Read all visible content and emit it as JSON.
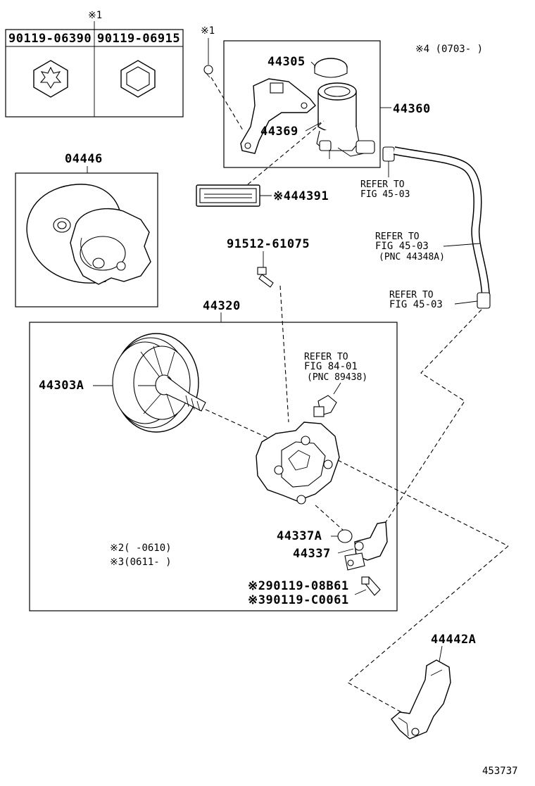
{
  "diagram": {
    "page_number": "453737",
    "note_applicability": {
      "note4": "※4 (0703-     )",
      "note2": "※2(     -0610)",
      "note3": "※3(0611-     )"
    },
    "nut_table": {
      "mark": "※1",
      "col1": "90119-06390",
      "col2": "90119-06915"
    },
    "parts": {
      "reservoir_cap": "44305",
      "reservoir_assy": "44360",
      "bracket": "44369",
      "label": "※444391",
      "reservoir_bolt_mark": "※1",
      "gasket_kit": "04446",
      "bolt": "91512-61075",
      "pump_assy": "44320",
      "pulley": "44303A",
      "oring": "44337A",
      "union": "44337",
      "bolt2": "※290119-08B61",
      "bolt3": "※390119-C0061",
      "bracket_lower": "44442A"
    },
    "refs": {
      "ref1": {
        "line1": "REFER TO",
        "line2": "FIG 45-03"
      },
      "ref2": {
        "line1": "REFER TO",
        "line2": "FIG 45-03",
        "line3": "(PNC 44348A)"
      },
      "ref3": {
        "line1": "REFER TO",
        "line2": "FIG 45-03"
      },
      "ref4": {
        "line1": "REFER TO",
        "line2": "FIG 84-01",
        "line3": "(PNC 89438)"
      }
    }
  }
}
